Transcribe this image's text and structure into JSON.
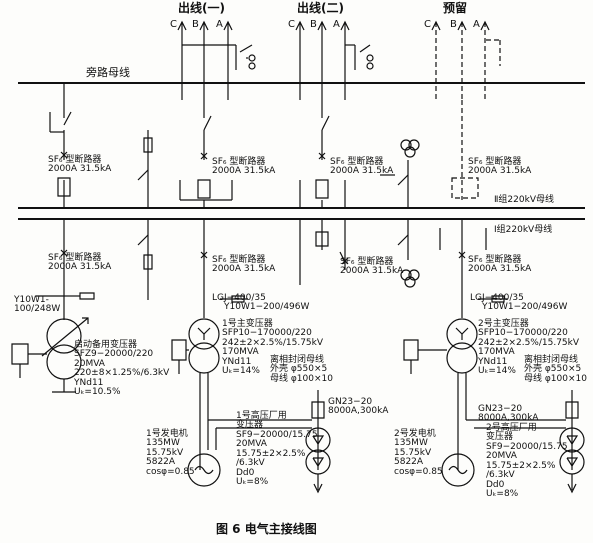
{
  "outgoing": {
    "line1": "出线(一)",
    "line2": "出线(二)",
    "reserved": "预留",
    "phases": {
      "c": "C",
      "b": "B",
      "a": "A"
    }
  },
  "buses": {
    "bypass": "旁路母线",
    "bus2": "Ⅱ组220kV母线",
    "bus1": "Ⅰ组220kV母线"
  },
  "breaker": {
    "name": "SF₆ 型断路器",
    "rating": "2000A 31.5kA"
  },
  "arrester": {
    "left_name": "Y10W1-",
    "left_rating": "100/248W",
    "name": "Y10W1−200/496W"
  },
  "ct": "LGJ−400/35",
  "standby_transformer": {
    "lines": [
      "启动备用变压器",
      "SFZ9−20000/220",
      "20MVA",
      "220±8×1.25%/6.3kV",
      "YNd11",
      "Uₖ=10.5%"
    ]
  },
  "main_transformer_1": {
    "lines": [
      "1号主变压器",
      "SFP10−170000/220",
      "242±2×2.5%/15.75kV",
      "170MVA",
      "YNd11",
      "Uₖ=14%"
    ]
  },
  "main_transformer_2": {
    "lines": [
      "2号主变压器",
      "SFP10−170000/220",
      "242±2×2.5%/15.75kV",
      "170MVA",
      "YNd11",
      "Uₖ=14%"
    ]
  },
  "busbar_duct": {
    "lines": [
      "离相封闭母线",
      "外壳 φ550×5",
      "母线 φ100×10"
    ]
  },
  "disconnector": {
    "lines": [
      "GN23−20",
      "8000A,300kA"
    ]
  },
  "generator_1": {
    "lines": [
      "1号发电机",
      "135MW",
      "15.75kV",
      "5822A",
      "cosφ=0.85"
    ]
  },
  "generator_2": {
    "lines": [
      "2号发电机",
      "135MW",
      "15.75kV",
      "5822A",
      "cosφ=0.85"
    ]
  },
  "aux_transformer_1": {
    "lines": [
      "1号高压厂用",
      "变压器",
      "SF9−20000/15.75",
      "20MVA",
      "15.75±2×2.5%",
      "/6.3kV",
      "Dd0",
      "Uₖ=8%"
    ]
  },
  "aux_transformer_2": {
    "lines": [
      "2号高压厂用",
      "变压器",
      "SF9−20000/15.75",
      "20MVA",
      "15.75±2×2.5%",
      "/6.3kV",
      "Dd0",
      "Uₖ=8%"
    ]
  },
  "caption": "图 6   电气主接线图",
  "colors": {
    "ink": "#111111",
    "paper": "#fdfdfb"
  }
}
